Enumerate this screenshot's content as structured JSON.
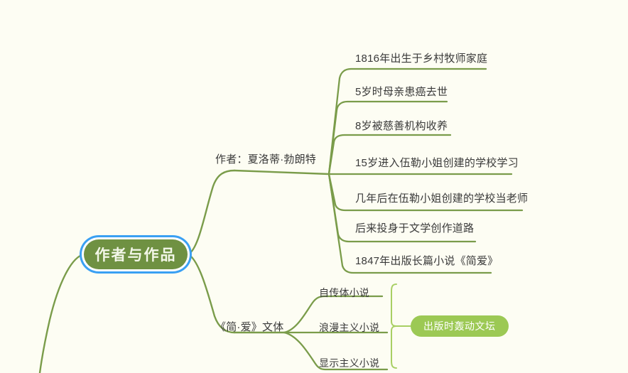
{
  "canvas": {
    "background_color": "#fdfdf3",
    "line_color": "#7a9c4a",
    "text_color": "#3a3a3a"
  },
  "center_node": {
    "label": "作者与作品",
    "fill_color": "#6f9142",
    "text_color": "#f3f7e8",
    "selection_color": "#3aa0f3"
  },
  "branches": [
    {
      "id": "author",
      "label": "作者：夏洛蒂·勃朗特",
      "items": [
        {
          "label": "1816年出生于乡村牧师家庭"
        },
        {
          "label": "5岁时母亲患癌去世"
        },
        {
          "label": "8岁被慈善机构收养"
        },
        {
          "label": "15岁进入伍勒小姐创建的学校学习"
        },
        {
          "label": "几年后在伍勒小姐创建的学校当老师"
        },
        {
          "label": "后来投身于文学创作道路"
        },
        {
          "label": "1847年出版长篇小说《简爱》"
        }
      ]
    },
    {
      "id": "style",
      "label": "《简·爱》文体",
      "items": [
        {
          "label": "自传体小说"
        },
        {
          "label": "浪漫主义小说"
        },
        {
          "label": "显示主义小说"
        }
      ]
    }
  ],
  "callout": {
    "label": "出版时轰动文坛",
    "fill_color": "#9cc954",
    "text_color": "#ffffff"
  }
}
